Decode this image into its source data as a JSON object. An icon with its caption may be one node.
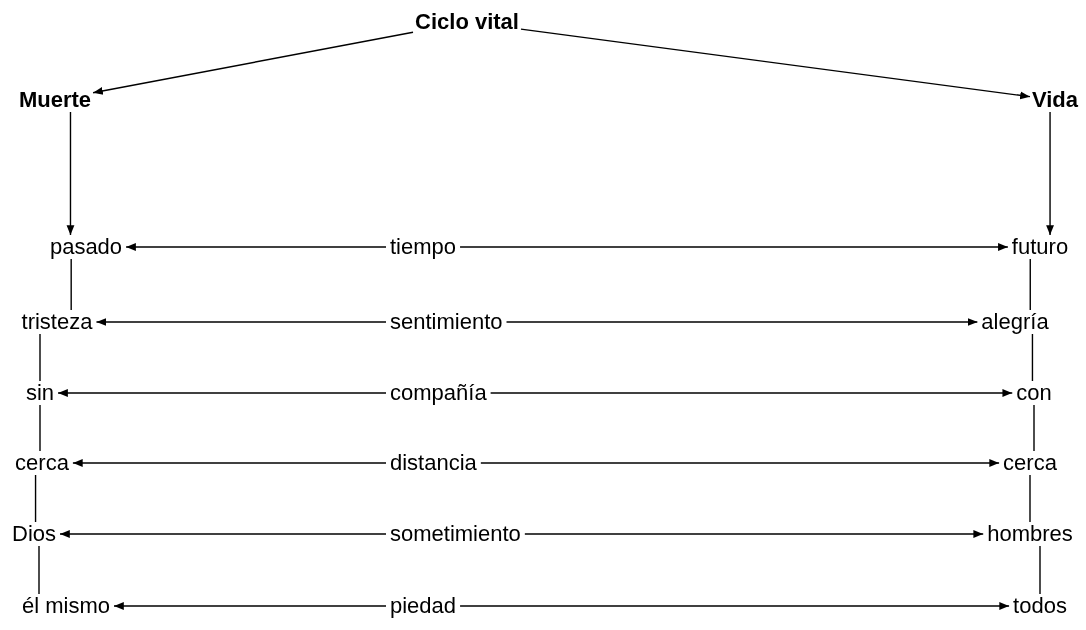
{
  "diagram": {
    "nodes": [
      {
        "text": [
          "Ciclo vital"
        ]
      },
      {
        "text": [
          "Muerte"
        ]
      },
      {
        "text": [
          "Vida"
        ]
      },
      {
        "text": [
          "pasado"
        ]
      },
      {
        "text": [
          "tristeza"
        ]
      },
      {
        "text": [
          "sin"
        ]
      },
      {
        "text": [
          "cerca"
        ]
      },
      {
        "text": [
          "Dios"
        ]
      },
      {
        "text": [
          "él mismo"
        ]
      },
      {
        "text": [
          "tiempo"
        ]
      },
      {
        "text": [
          "sentimiento"
        ]
      },
      {
        "text": [
          "compañía"
        ]
      },
      {
        "text": [
          "distancia"
        ]
      },
      {
        "text": [
          "sometimiento"
        ]
      },
      {
        "text": [
          "piedad"
        ]
      },
      {
        "text": [
          "futuro"
        ]
      },
      {
        "text": [
          "alegría"
        ]
      },
      {
        "text": [
          "con"
        ]
      },
      {
        "text": [
          "cerca"
        ]
      },
      {
        "text": [
          "hombres"
        ]
      },
      {
        "text": [
          "todos"
        ]
      }
    ],
    "edges": [
      {
        "from": 0,
        "to": 1,
        "arrow": "to"
      },
      {
        "from": 0,
        "to": 2,
        "arrow": "to"
      },
      {
        "from": 1,
        "to": 3,
        "arrow": "to"
      },
      {
        "from": 2,
        "to": 15,
        "arrow": "to"
      },
      {
        "from": 3,
        "to": 4,
        "arrow": "none"
      },
      {
        "from": 4,
        "to": 5,
        "arrow": "none"
      },
      {
        "from": 5,
        "to": 6,
        "arrow": "none"
      },
      {
        "from": 6,
        "to": 7,
        "arrow": "none"
      },
      {
        "from": 7,
        "to": 8,
        "arrow": "none"
      },
      {
        "from": 15,
        "to": 16,
        "arrow": "none"
      },
      {
        "from": 16,
        "to": 17,
        "arrow": "none"
      },
      {
        "from": 17,
        "to": 18,
        "arrow": "none"
      },
      {
        "from": 18,
        "to": 19,
        "arrow": "none"
      },
      {
        "from": 19,
        "to": 20,
        "arrow": "none"
      },
      {
        "from": 9,
        "to": 3,
        "arrow": "to"
      },
      {
        "from": 9,
        "to": 15,
        "arrow": "to"
      },
      {
        "from": 10,
        "to": 4,
        "arrow": "to"
      },
      {
        "from": 10,
        "to": 16,
        "arrow": "to"
      },
      {
        "from": 11,
        "to": 5,
        "arrow": "to"
      },
      {
        "from": 11,
        "to": 17,
        "arrow": "to"
      },
      {
        "from": 12,
        "to": 6,
        "arrow": "to"
      },
      {
        "from": 12,
        "to": 18,
        "arrow": "to"
      },
      {
        "from": 13,
        "to": 7,
        "arrow": "to"
      },
      {
        "from": 13,
        "to": 19,
        "arrow": "to"
      },
      {
        "from": 14,
        "to": 8,
        "arrow": "to"
      },
      {
        "from": 14,
        "to": 20,
        "arrow": "to"
      }
    ]
  }
}
